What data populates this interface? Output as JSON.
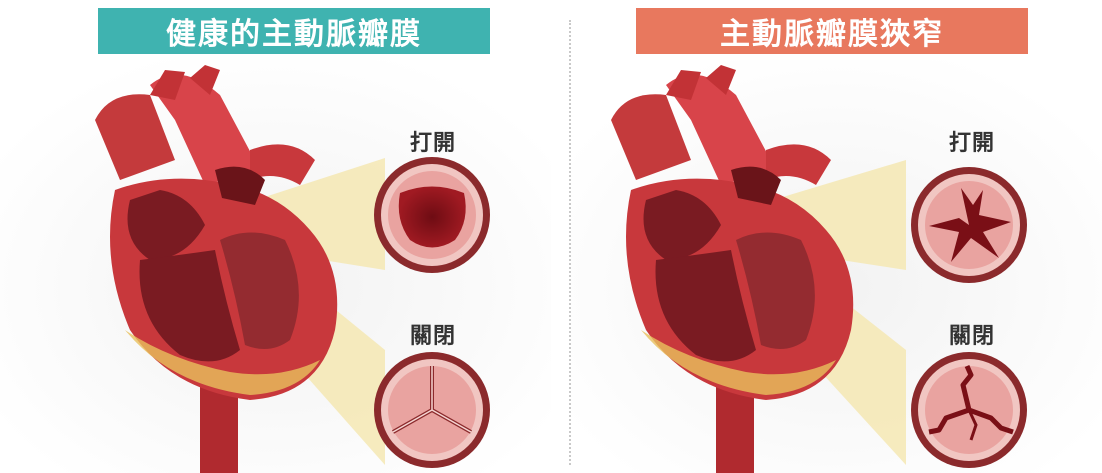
{
  "panels": {
    "healthy": {
      "title": "健康的主動脈瓣膜",
      "label_open": "打開",
      "label_closed": "關閉"
    },
    "stenosis": {
      "title": "主動脈瓣膜狹窄",
      "label_open": "打開",
      "label_closed": "關閉"
    }
  },
  "colors": {
    "healthy_banner": "#3fb3b0",
    "stenosis_banner": "#e8785e",
    "heart_red": "#c8383c",
    "heart_dark": "#7a1b22",
    "valve_pink": "#e9a3a0",
    "valve_ring": "#8b2a2c",
    "cone_yellow": "#f5e7b3"
  }
}
